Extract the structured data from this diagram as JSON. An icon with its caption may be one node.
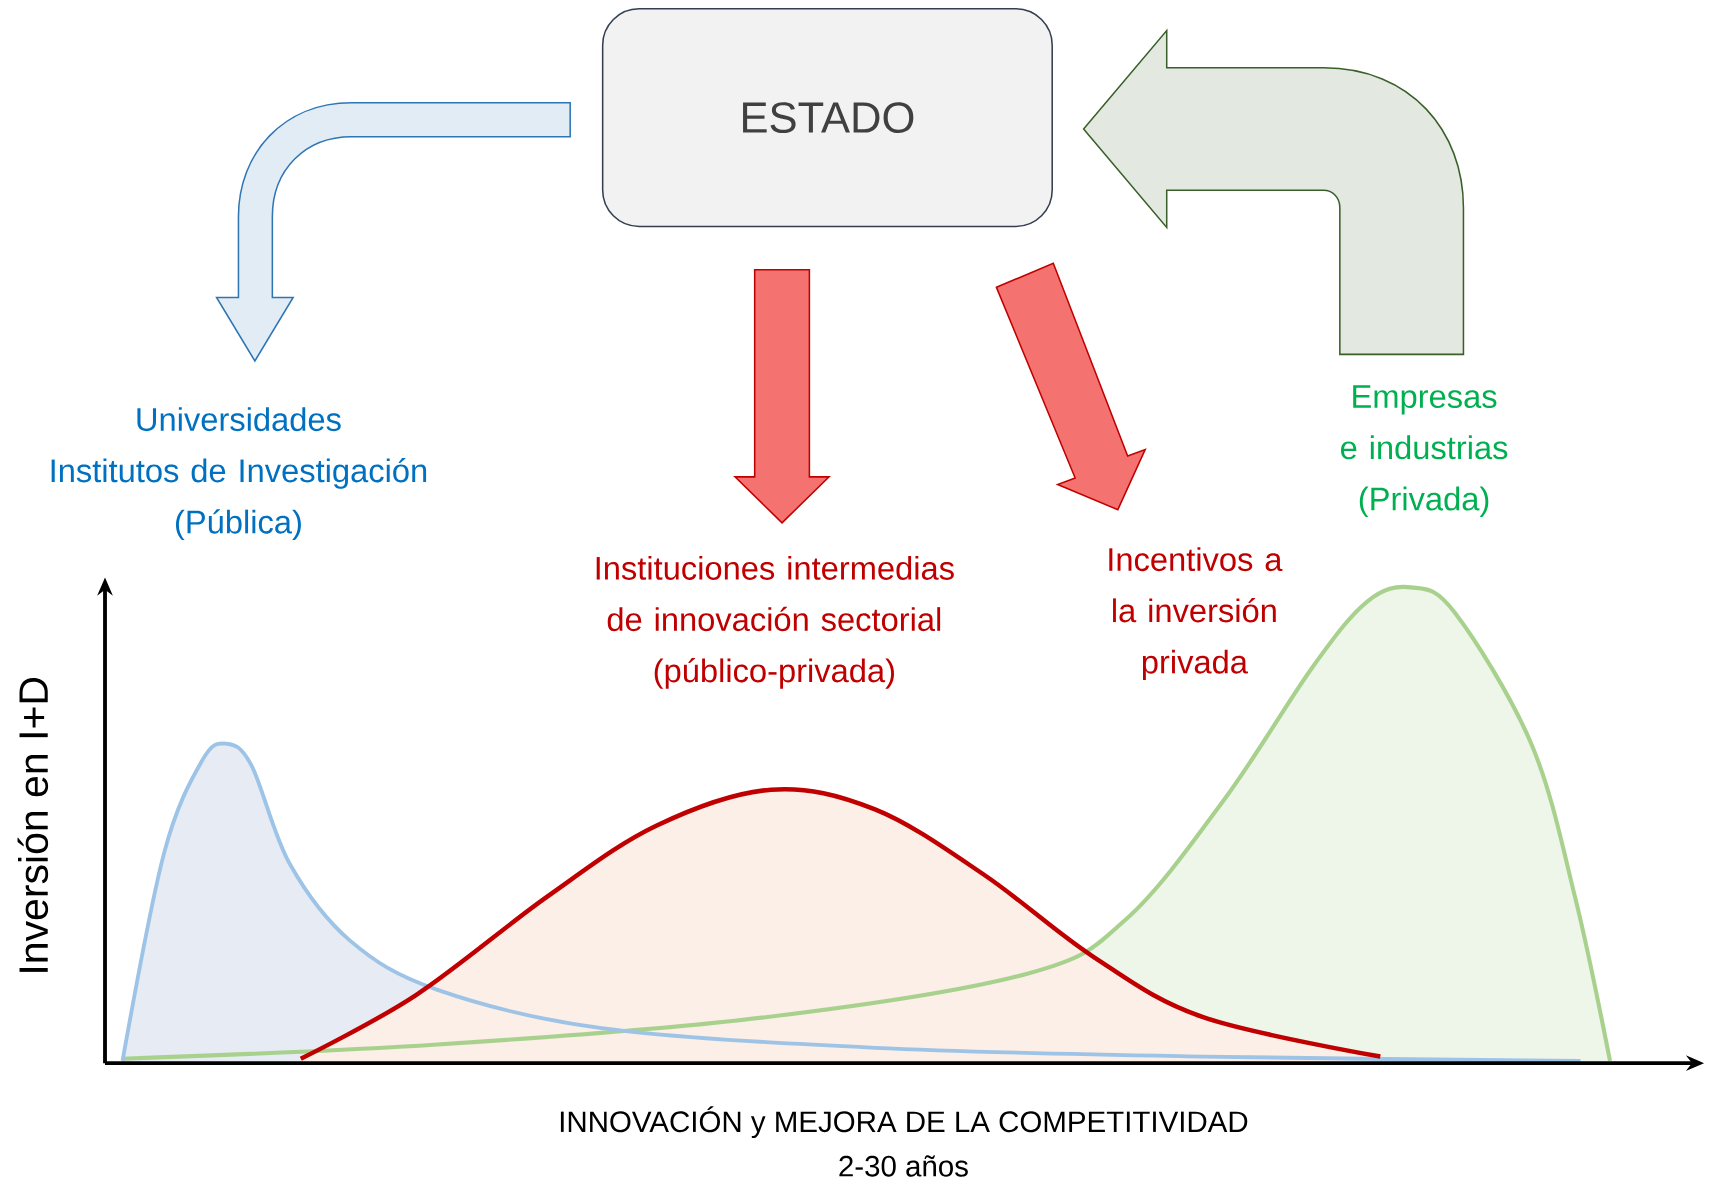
{
  "diagram": {
    "nodes": [
      {
        "text": [
          "ESTADO"
        ]
      },
      {
        "text": [
          "Universidades",
          "Institutos de Investigación",
          "(Pública)"
        ]
      },
      {
        "text": [
          "Instituciones intermedias de innovación sectorial (público-privada)"
        ]
      },
      {
        "text": [
          "Incentivos a la inversión privada"
        ]
      },
      {
        "text": [
          "Empresas e industrias (Privada)"
        ]
      }
    ],
    "edges": [
      {
        "from": 0,
        "to": 1,
        "arrow": "to",
        "color": "#2e75b6"
      },
      {
        "from": 0,
        "to": 2,
        "arrow": "to"
      },
      {
        "from": 0,
        "to": 3,
        "arrow": "to"
      },
      {
        "from": 4,
        "to": 0,
        "arrow": "to",
        "color": "#3a5f28"
      }
    ],
    "labels": [
      "Inversión en I+D",
      "INNOVACIÓN y MEJORA DE LA COMPETITIVIDAD",
      "2-30 años"
    ]
  }
}
